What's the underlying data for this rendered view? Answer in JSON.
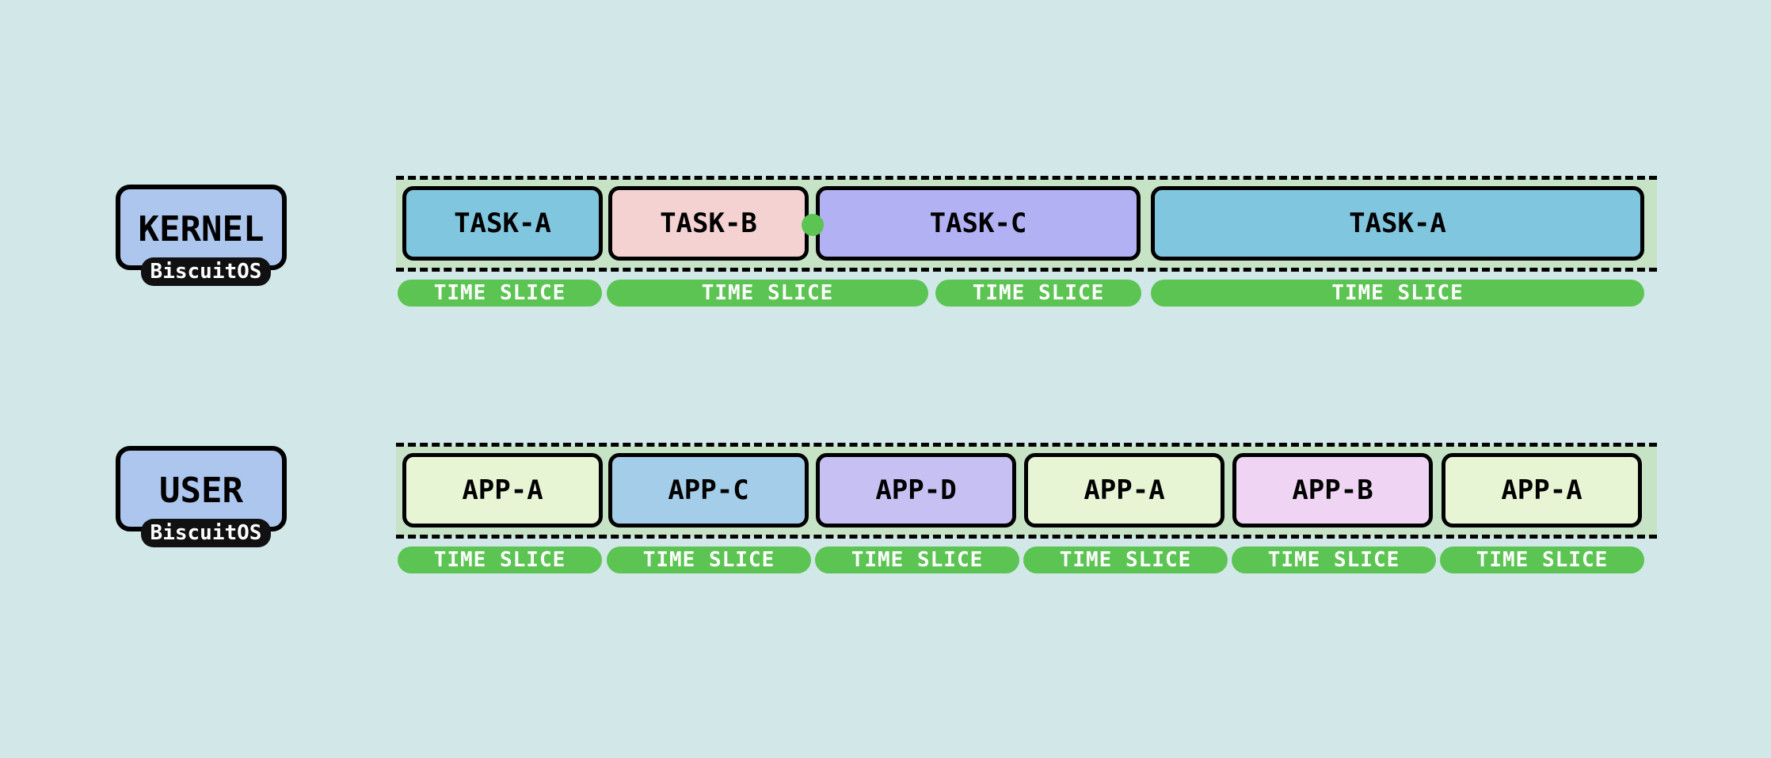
{
  "kernel": {
    "label": "KERNEL",
    "badge": "BiscuitOS",
    "tasks": [
      "TASK-A",
      "TASK-B",
      "TASK-C",
      "TASK-A"
    ],
    "task_colors": [
      "#80c6df",
      "#f5d2d2",
      "#b1b1f3",
      "#80c6df"
    ],
    "slices": [
      "TIME SLICE",
      "TIME SLICE",
      "TIME SLICE",
      "TIME SLICE"
    ]
  },
  "user": {
    "label": "USER",
    "badge": "BiscuitOS",
    "apps": [
      "APP-A",
      "APP-C",
      "APP-D",
      "APP-A",
      "APP-B",
      "APP-A"
    ],
    "app_colors": [
      "#e8f5d4",
      "#a3cde8",
      "#c7c0f3",
      "#e8f5d4",
      "#efd5f3",
      "#e8f5d4"
    ],
    "slices": [
      "TIME SLICE",
      "TIME SLICE",
      "TIME SLICE",
      "TIME SLICE",
      "TIME SLICE",
      "TIME SLICE"
    ]
  },
  "colors": {
    "background": "#d1e7e8",
    "lane": "#c6e3c6",
    "time_slice": "#5cc453",
    "label_box": "#adc6ee"
  }
}
